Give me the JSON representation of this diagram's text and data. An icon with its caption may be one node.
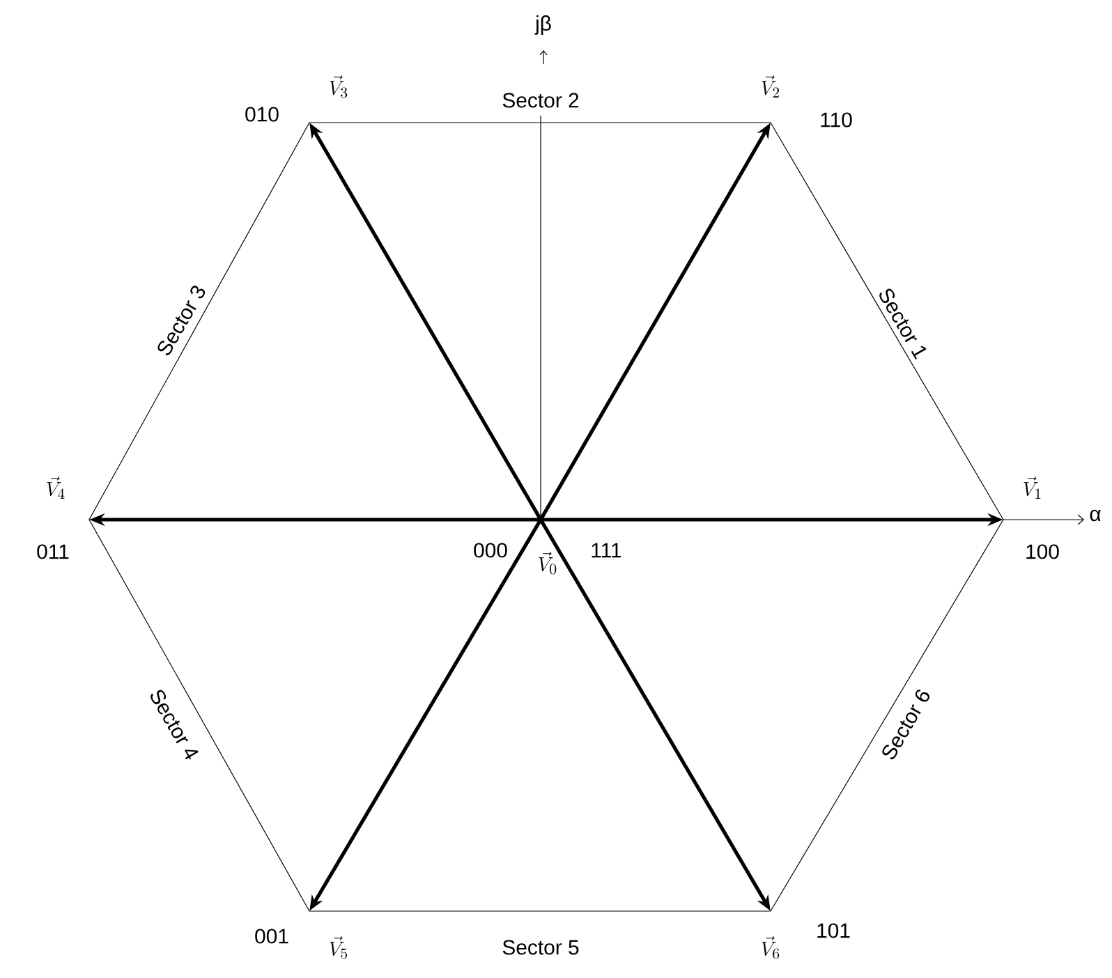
{
  "diagram": {
    "nodes": [
      {
        "text": [
          "000",
          "\\vec{V}_{0}",
          "111"
        ]
      },
      {
        "text": [
          "\\vec{V}_{1}",
          "100"
        ]
      },
      {
        "text": [
          "\\vec{V}_{2}",
          "110"
        ]
      },
      {
        "text": [
          "\\vec{V}_{3}",
          "010"
        ]
      },
      {
        "text": [
          "\\vec{V}_{4}",
          "011"
        ]
      },
      {
        "text": [
          "\\vec{V}_{5}",
          "001"
        ]
      },
      {
        "text": [
          "\\vec{V}_{6}",
          "101"
        ]
      }
    ],
    "edges": [
      {
        "from": 0,
        "to": 1,
        "arrow": "to"
      },
      {
        "from": 0,
        "to": 2,
        "arrow": "to"
      },
      {
        "from": 0,
        "to": 3,
        "arrow": "to"
      },
      {
        "from": 0,
        "to": 4,
        "arrow": "to"
      },
      {
        "from": 0,
        "to": 5,
        "arrow": "to"
      },
      {
        "from": 0,
        "to": 6,
        "arrow": "to"
      }
    ],
    "labels": [
      "jβ",
      "Sector 2",
      "Sector 3",
      "Sector 1",
      "α",
      "Sector 4",
      "Sector 6",
      "Sector 5"
    ]
  }
}
